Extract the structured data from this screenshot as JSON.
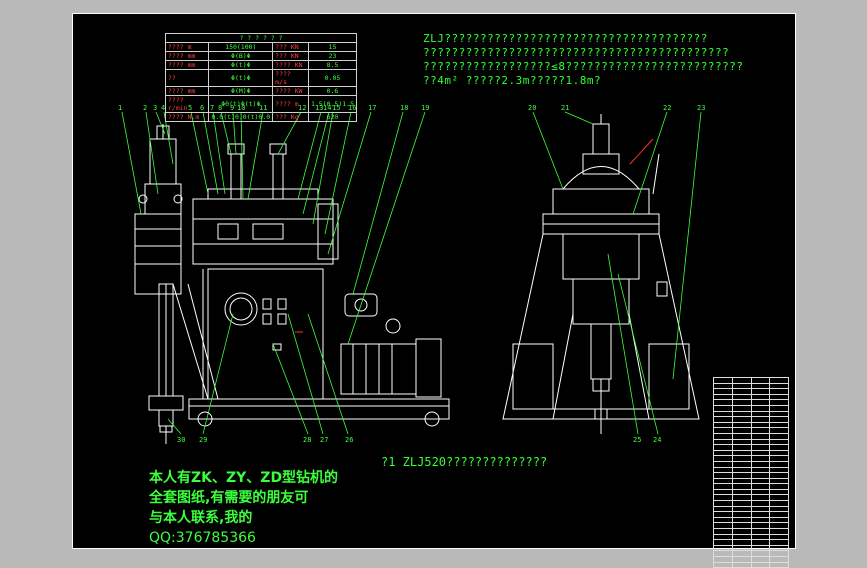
{
  "notes": {
    "line1": "ZLJ?????????????????????????????????????",
    "line2": "???????????????????????????????????????????",
    "line3": "??????????????????≤8?????????????????????????",
    "line4": "??4m²  ?????2.3m?????1.8m?"
  },
  "caption": "?1 ZLJ520??????????????",
  "contact": {
    "line1": "本人有ZK、ZY、ZD型钻机的",
    "line2": "全套图纸,有需要的朋友可",
    "line3": "与本人联系,我的",
    "line4": "QQ:376785366"
  },
  "spec_table": {
    "header": [
      "?",
      "?",
      "?",
      "?",
      "?",
      "?"
    ],
    "rows": [
      [
        "???? m",
        "150(100)",
        "??? KN",
        "15"
      ],
      [
        "???? mm",
        "Φ(B)Φ",
        "??? KN",
        "23"
      ],
      [
        "???? mm",
        "Φ(t)Φ",
        "???? KN",
        "8.5"
      ],
      [
        "??",
        "Φ(t)Φ",
        "???? m/s",
        "0.05"
      ],
      [
        "???? mm",
        "Φ(M)Φ",
        "???? KW",
        "0.6"
      ],
      [
        "???? r/min",
        "Φ0(t)Φ(t)Φ",
        "???? m",
        "1.5(0.5)1.5"
      ],
      [
        "???? N.m",
        "0.0(t)0.0(t)0.0",
        "??? Kg",
        "620"
      ]
    ]
  },
  "labels": [
    "1",
    "2",
    "3",
    "4",
    "5",
    "6",
    "7",
    "8",
    "9",
    "10",
    "11",
    "12",
    "13",
    "14",
    "15",
    "16",
    "17",
    "18",
    "19",
    "20",
    "21",
    "22",
    "23",
    "24",
    "25",
    "26",
    "27",
    "28",
    "29",
    "30"
  ],
  "colors": {
    "line": "#ffffff",
    "leader": "#3cff3c",
    "text": "#2fff2f",
    "accent": "#ff3030",
    "background": "#000000"
  }
}
